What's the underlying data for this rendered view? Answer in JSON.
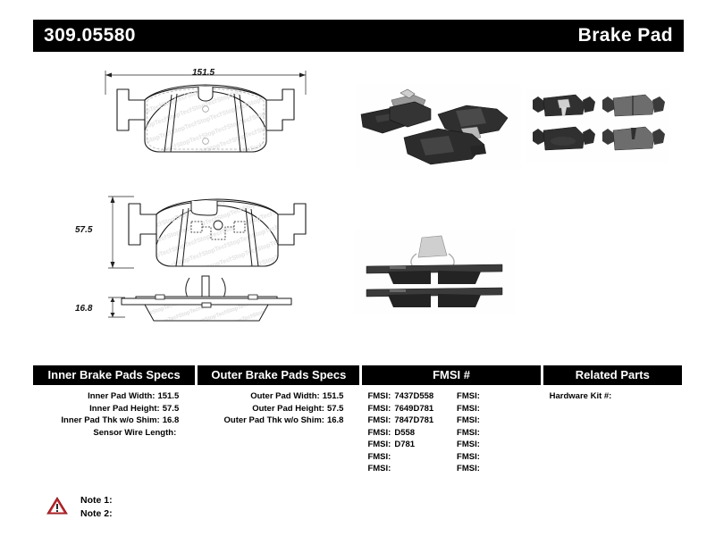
{
  "header": {
    "part_number": "309.05580",
    "title": "Brake Pad"
  },
  "drawings": {
    "front_view": {
      "name": "brake-pad-front-view",
      "dimension": "151.5"
    },
    "side_view": {
      "name": "brake-pad-height-view",
      "dimension": "57.5"
    },
    "edge_view": {
      "name": "brake-pad-thickness-view",
      "dimension": "16.8"
    },
    "watermark_text": "StopTech"
  },
  "photos": {
    "angled_set": "brake-pad-set-angled-photo",
    "grid_set": "brake-pad-front-back-photo",
    "edge_set": "brake-pad-edge-sensor-photo"
  },
  "table": {
    "inner": {
      "header": "Inner Brake Pads Specs",
      "rows": [
        {
          "label": "Inner Pad Width:",
          "value": "151.5"
        },
        {
          "label": "Inner Pad Height:",
          "value": "57.5"
        },
        {
          "label": "Inner Pad Thk w/o Shim:",
          "value": "16.8"
        },
        {
          "label": "Sensor Wire Length:",
          "value": ""
        }
      ]
    },
    "outer": {
      "header": "Outer Brake Pads Specs",
      "rows": [
        {
          "label": "Outer Pad Width:",
          "value": "151.5"
        },
        {
          "label": "Outer Pad Height:",
          "value": "57.5"
        },
        {
          "label": "Outer Pad Thk w/o Shim:",
          "value": "16.8"
        },
        {
          "label": "",
          "value": ""
        }
      ]
    },
    "fmsi": {
      "header": "FMSI #",
      "left_rows": [
        {
          "label": "FMSI:",
          "value": "7437D558"
        },
        {
          "label": "FMSI:",
          "value": "7649D781"
        },
        {
          "label": "FMSI:",
          "value": "7847D781"
        },
        {
          "label": "FMSI:",
          "value": "D558"
        },
        {
          "label": "FMSI:",
          "value": "D781"
        },
        {
          "label": "FMSI:",
          "value": ""
        },
        {
          "label": "FMSI:",
          "value": ""
        }
      ],
      "right_rows": [
        {
          "label": "FMSI:",
          "value": ""
        },
        {
          "label": "FMSI:",
          "value": ""
        },
        {
          "label": "FMSI:",
          "value": ""
        },
        {
          "label": "FMSI:",
          "value": ""
        },
        {
          "label": "FMSI:",
          "value": ""
        },
        {
          "label": "FMSI:",
          "value": ""
        },
        {
          "label": "FMSI:",
          "value": ""
        }
      ]
    },
    "related": {
      "header": "Related Parts",
      "rows": [
        {
          "label": "Hardware Kit #:",
          "value": ""
        }
      ]
    }
  },
  "notes": {
    "icon": "warning-triangle-icon",
    "items": [
      {
        "label": "Note 1:",
        "value": ""
      },
      {
        "label": "Note 2:",
        "value": ""
      }
    ]
  },
  "colors": {
    "banner_bg": "#000000",
    "banner_text": "#ffffff",
    "warning_red": "#c1272d",
    "drawing_line": "#1a1a1a",
    "watermark": "#e8e8e8"
  }
}
